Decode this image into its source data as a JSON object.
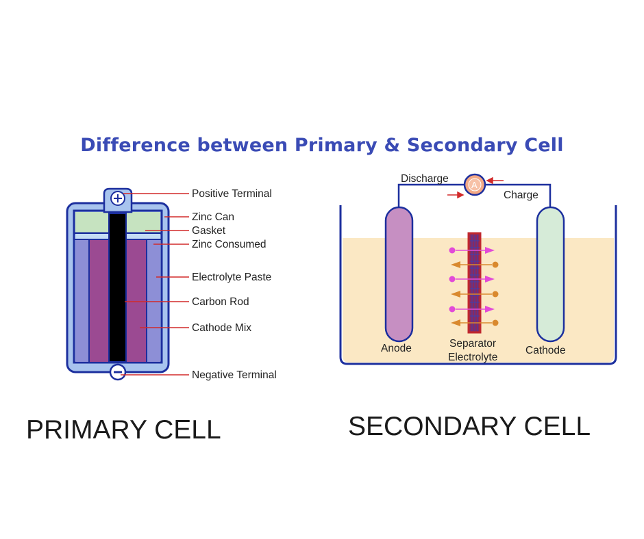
{
  "title": "Difference between Primary & Secondary Cell",
  "primary": {
    "labels": {
      "positive_terminal": "Positive Terminal",
      "zinc_can": "Zinc Can",
      "gasket": "Gasket",
      "zinc_consumed": "Zinc Consumed",
      "electrolyte_paste": "Electrolyte Paste",
      "carbon_rod": "Carbon Rod",
      "cathode_mix": "Cathode Mix",
      "negative_terminal": "Negative Terminal"
    },
    "caption": "PRIMARY CELL"
  },
  "secondary": {
    "labels": {
      "discharge": "Discharge",
      "charge": "Charge",
      "ammeter": "A",
      "anode": "Anode",
      "separator": "Separator",
      "electrolyte": "Electrolyte",
      "cathode": "Cathode"
    },
    "caption": "SECONDARY CELL"
  },
  "colors": {
    "title": "#3a4bb5",
    "outline": "#1c2f9e",
    "cell_fill": "#a8c4ee",
    "gasket_green": "#c6e3c0",
    "paste_purple": "#9b4a92",
    "carbon_rod": "#000000",
    "leader_red": "#d22a2a",
    "electrolyte_bg": "#fbe8c4",
    "anode": "#c68fc2",
    "cathode": "#d6ebd8",
    "ion_pink": "#e24ad8",
    "ion_orange": "#d9892e"
  }
}
